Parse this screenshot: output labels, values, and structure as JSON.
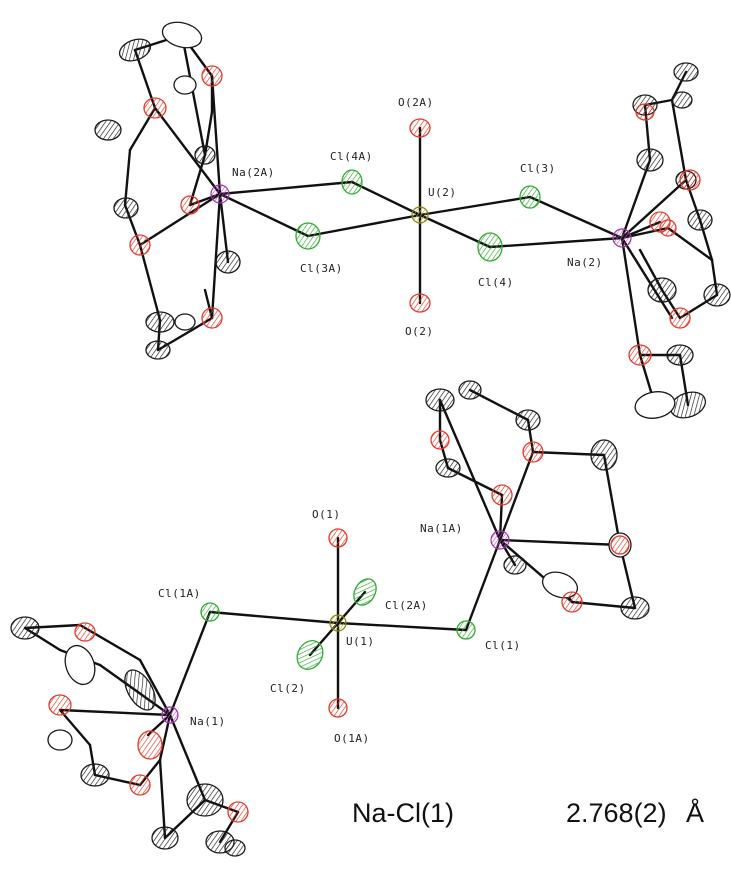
{
  "labels": {
    "o2a": "O(2A)",
    "cl4a": "Cl(4A)",
    "na2a": "Na(2A)",
    "u2": "U(2)",
    "cl3": "Cl(3)",
    "cl3a": "Cl(3A)",
    "cl4": "Cl(4)",
    "na2": "Na(2)",
    "o2": "O(2)",
    "o1": "O(1)",
    "na1a": "Na(1A)",
    "cl1a": "Cl(1A)",
    "cl2a": "Cl(2A)",
    "u1": "U(1)",
    "cl1": "Cl(1)",
    "cl2": "Cl(2)",
    "na1": "Na(1)",
    "o1a": "O(1A)"
  },
  "caption": {
    "bond_name": "Na-Cl(1)",
    "bond_value": "2.768(2)",
    "bond_unit": "Å"
  },
  "colors": {
    "uranium": "#c8c23a",
    "chlorine": "#2faa2f",
    "oxygen": "#e23a2a",
    "sodium": "#d15ad8",
    "carbon": "#1a1a1a"
  }
}
